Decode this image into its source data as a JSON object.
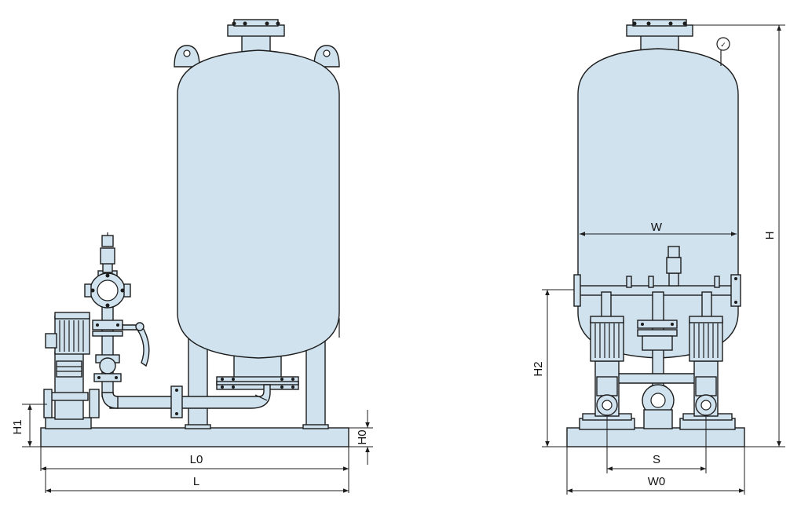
{
  "front_view": {
    "labels": {
      "h1": "H1",
      "h0": "H0",
      "l0": "L0",
      "l": "L"
    }
  },
  "side_view": {
    "labels": {
      "w": "W",
      "h": "H",
      "h2": "H2",
      "s": "S",
      "w0": "W0"
    },
    "gauge_mark": "✓"
  }
}
